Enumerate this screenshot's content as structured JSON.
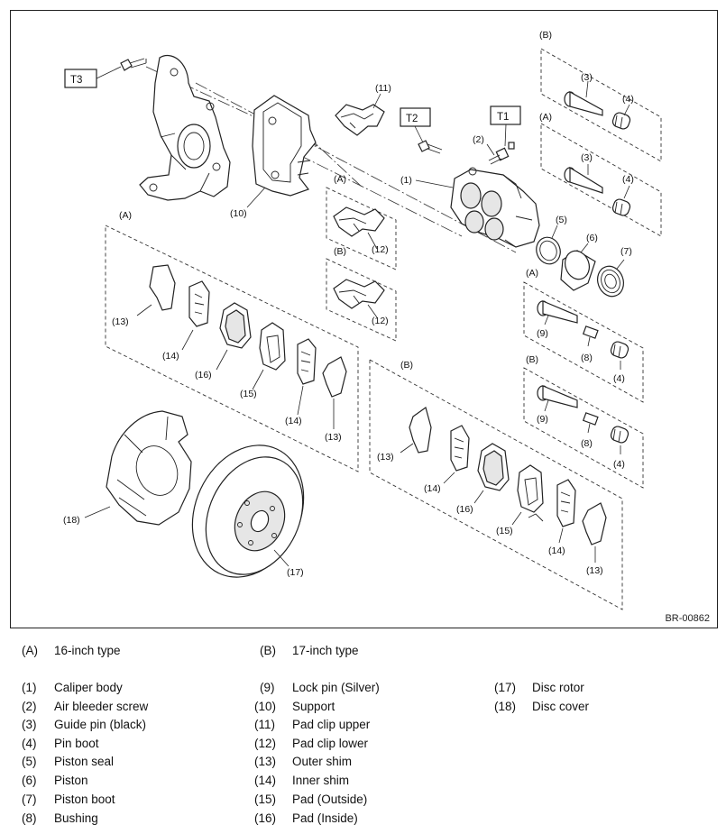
{
  "figure_code": "BR-00862",
  "torque_tags": [
    "T1",
    "T2",
    "T3"
  ],
  "group_labels": {
    "A": "(A)",
    "B": "(B)"
  },
  "callouts": {
    "c1": "(1)",
    "c2": "(2)",
    "c3": "(3)",
    "c4": "(4)",
    "c5": "(5)",
    "c6": "(6)",
    "c7": "(7)",
    "c8": "(8)",
    "c9": "(9)",
    "c10": "(10)",
    "c11": "(11)",
    "c12": "(12)",
    "c13": "(13)",
    "c14": "(14)",
    "c15": "(15)",
    "c16": "(16)",
    "c17": "(17)",
    "c18": "(18)"
  },
  "types": [
    {
      "key": "(A)",
      "text": "16-inch type"
    },
    {
      "key": "(B)",
      "text": "17-inch type"
    }
  ],
  "legend": [
    {
      "key": "(1)",
      "text": "Caliper body"
    },
    {
      "key": "(2)",
      "text": "Air bleeder screw"
    },
    {
      "key": "(3)",
      "text": "Guide pin (black)"
    },
    {
      "key": "(4)",
      "text": "Pin boot"
    },
    {
      "key": "(5)",
      "text": "Piston seal"
    },
    {
      "key": "(6)",
      "text": "Piston"
    },
    {
      "key": "(7)",
      "text": "Piston boot"
    },
    {
      "key": "(8)",
      "text": "Bushing"
    },
    {
      "key": "(9)",
      "text": "Lock pin (Silver)"
    },
    {
      "key": "(10)",
      "text": "Support"
    },
    {
      "key": "(11)",
      "text": "Pad clip upper"
    },
    {
      "key": "(12)",
      "text": "Pad clip lower"
    },
    {
      "key": "(13)",
      "text": "Outer shim"
    },
    {
      "key": "(14)",
      "text": "Inner shim"
    },
    {
      "key": "(15)",
      "text": "Pad (Outside)"
    },
    {
      "key": "(16)",
      "text": "Pad (Inside)"
    },
    {
      "key": "(17)",
      "text": "Disc rotor"
    },
    {
      "key": "(18)",
      "text": "Disc cover"
    }
  ]
}
